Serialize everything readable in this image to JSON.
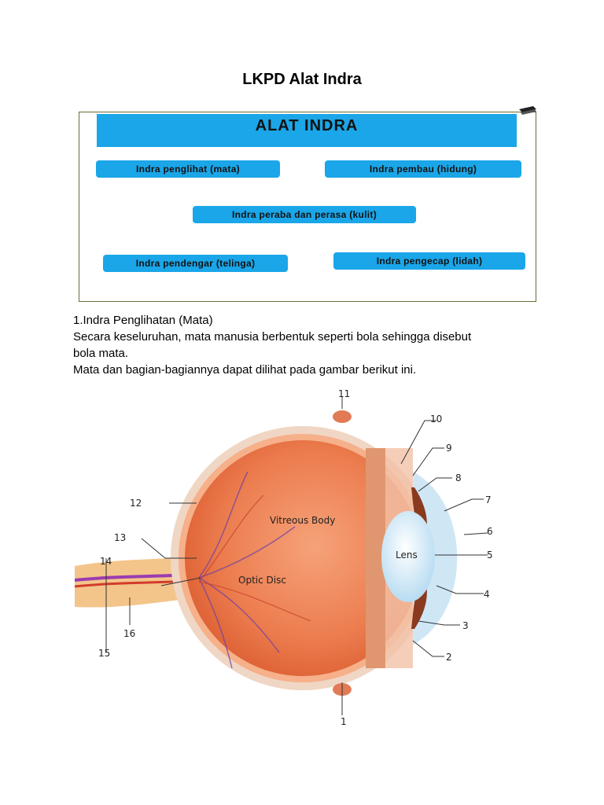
{
  "title": "LKPD Alat Indra",
  "box": {
    "banner": "ALAT INDRA",
    "items": [
      "Indra penglihat (mata)",
      "Indra pembau (hidung)",
      "Indra peraba dan perasa (kulit)",
      "Indra pendengar (telinga)",
      "Indra pengecap (lidah)"
    ]
  },
  "text": {
    "line1": "1.Indra Penglihatan (Mata)",
    "line2": "Secara keseluruhan, mata manusia berbentuk seperti bola sehingga disebut",
    "line3": "bola mata.",
    "line4": "Mata dan bagian-bagiannya dapat dilihat pada gambar berikut ini."
  },
  "diagram": {
    "labels": {
      "vitreous": "Vitreous Body",
      "lens": "Lens",
      "optic_disc": "Optic Disc"
    },
    "numbers": [
      "1",
      "2",
      "3",
      "4",
      "5",
      "6",
      "7",
      "8",
      "9",
      "10",
      "11",
      "12",
      "13",
      "14",
      "15",
      "16"
    ]
  }
}
